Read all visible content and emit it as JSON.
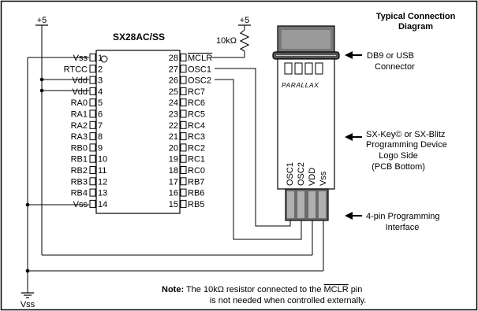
{
  "title_line1": "Typical Connection",
  "title_line2": "Diagram",
  "chip_name": "SX28AC/SS",
  "supply_left": "+5",
  "supply_right": "+5",
  "resistor_label": "10kΩ",
  "ground_label": "Vss",
  "left_pins": [
    {
      "name": "Vss",
      "num": "1"
    },
    {
      "name": "RTCC",
      "num": "2"
    },
    {
      "name": "Vdd",
      "num": "3"
    },
    {
      "name": "Vdd",
      "num": "4"
    },
    {
      "name": "RA0",
      "num": "5"
    },
    {
      "name": "RA1",
      "num": "6"
    },
    {
      "name": "RA2",
      "num": "7"
    },
    {
      "name": "RA3",
      "num": "8"
    },
    {
      "name": "RB0",
      "num": "9"
    },
    {
      "name": "RB1",
      "num": "10"
    },
    {
      "name": "RB2",
      "num": "11"
    },
    {
      "name": "RB3",
      "num": "12"
    },
    {
      "name": "RB4",
      "num": "13"
    },
    {
      "name": "Vss",
      "num": "14"
    }
  ],
  "right_pins": [
    {
      "num": "28",
      "name": "MCLR"
    },
    {
      "num": "27",
      "name": "OSC1"
    },
    {
      "num": "26",
      "name": "OSC2"
    },
    {
      "num": "25",
      "name": "RC7"
    },
    {
      "num": "24",
      "name": "RC6"
    },
    {
      "num": "23",
      "name": "RC5"
    },
    {
      "num": "22",
      "name": "RC4"
    },
    {
      "num": "21",
      "name": "RC3"
    },
    {
      "num": "20",
      "name": "RC2"
    },
    {
      "num": "19",
      "name": "RC1"
    },
    {
      "num": "18",
      "name": "RC0"
    },
    {
      "num": "17",
      "name": "RB7"
    },
    {
      "num": "16",
      "name": "RB6"
    },
    {
      "num": "15",
      "name": "RB5"
    }
  ],
  "brand": "PARALLAX",
  "device_pins": [
    "OSC1",
    "OSC2",
    "VDD",
    "Vss"
  ],
  "callouts": {
    "db9_line1": "DB9 or USB",
    "db9_line2": "Connector",
    "device_line1": "SX-Key© or SX-Blitz",
    "device_line2": "Programming Device",
    "device_line3": "Logo Side",
    "device_line4": "(PCB Bottom)",
    "iface_line1": "4-pin Programming",
    "iface_line2": "Interface"
  },
  "note": {
    "prefix": "Note:",
    "text_a": " The 10kΩ resistor connected to the ",
    "mclr": "MCLR",
    "text_b": " pin",
    "line2": "is not needed when controlled externally."
  }
}
